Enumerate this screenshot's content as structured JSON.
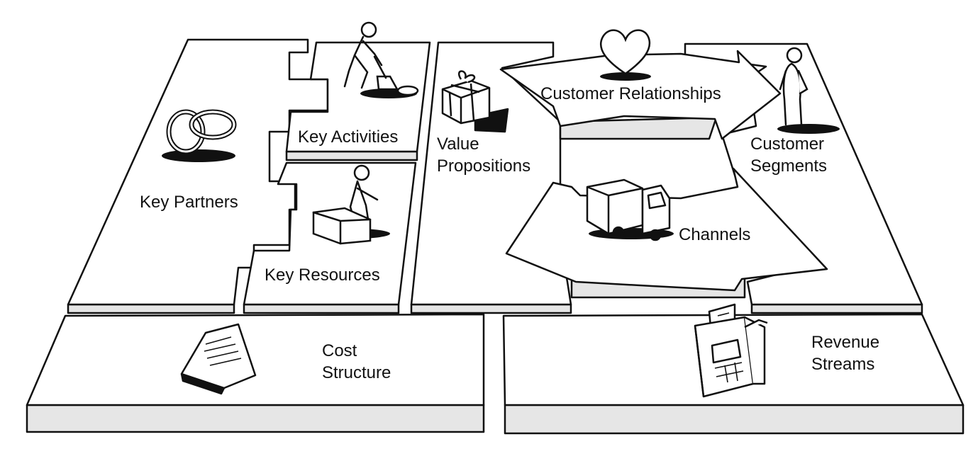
{
  "blocks": {
    "key_partners": "Key Partners",
    "key_activities": "Key Activities",
    "key_resources": "Key Resources",
    "value_propositions": {
      "line1": "Value",
      "line2": "Propositions"
    },
    "customer_relationships": "Customer Relationships",
    "channels": "Channels",
    "customer_segments": {
      "line1": "Customer",
      "line2": "Segments"
    },
    "cost_structure": {
      "line1": "Cost",
      "line2": "Structure"
    },
    "revenue_streams": {
      "line1": "Revenue",
      "line2": "Streams"
    }
  },
  "icons": {
    "key_partners": "interlocked-rings-icon",
    "key_activities": "person-digging-icon",
    "key_resources": "person-with-boxes-icon",
    "value_propositions": "gift-box-icon",
    "customer_relationships": "heart-icon",
    "channels": "delivery-truck-icon",
    "customer_segments": "standing-person-icon",
    "cost_structure": "invoice-paper-icon",
    "revenue_streams": "cash-register-icon"
  },
  "colors": {
    "ink": "#111111",
    "paper": "#ffffff",
    "side_shade": "#e6e6e6"
  }
}
